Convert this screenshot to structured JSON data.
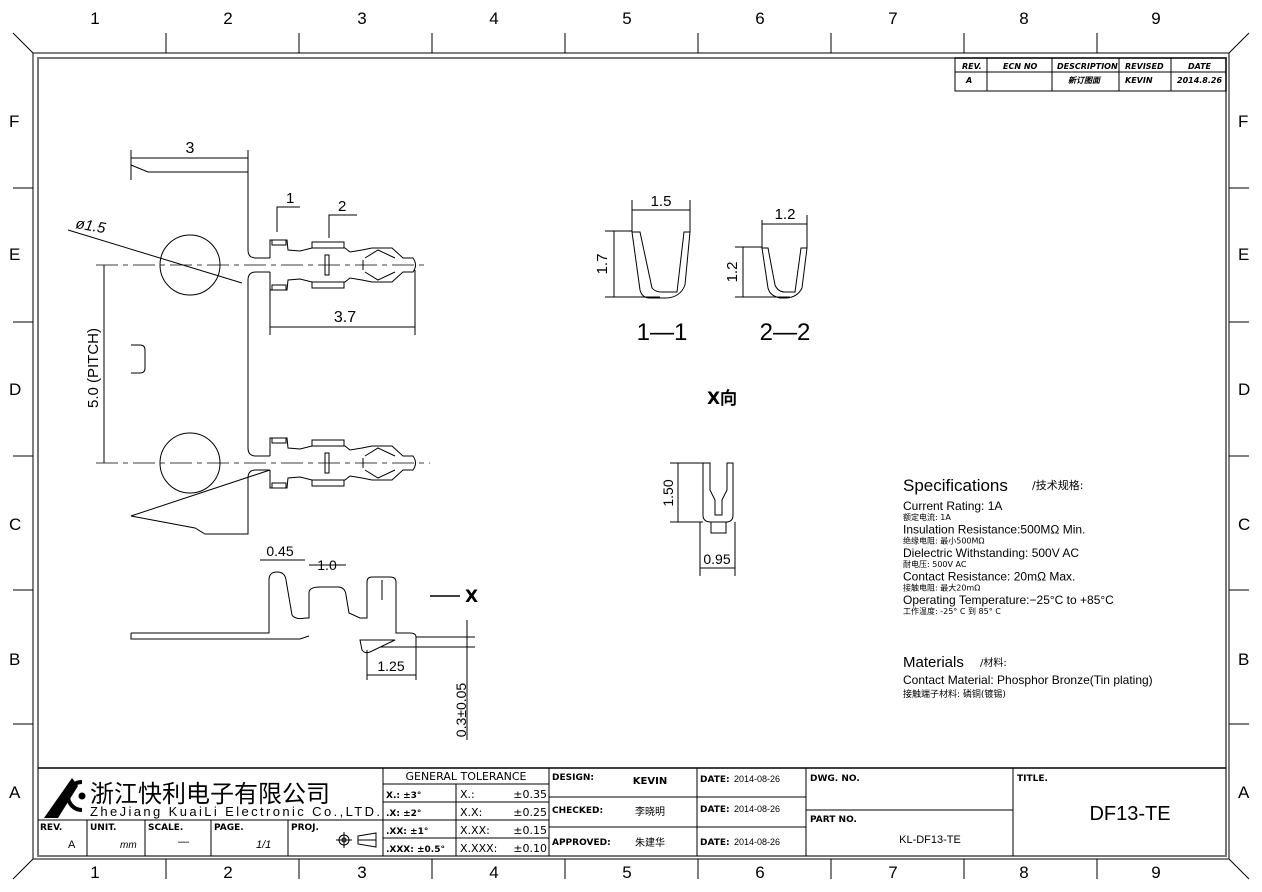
{
  "zones": {
    "columns": [
      "1",
      "2",
      "3",
      "4",
      "5",
      "6",
      "7",
      "8",
      "9"
    ],
    "rows": [
      "F",
      "E",
      "D",
      "C",
      "B",
      "A"
    ]
  },
  "revision_table": {
    "headers": [
      "REV.",
      "ECN NO",
      "DESCRIPTION",
      "REVISED",
      "DATE"
    ],
    "rows": [
      [
        "A",
        "",
        "新订图面",
        "KEVIN",
        "2014.8.26"
      ]
    ]
  },
  "drawing": {
    "top_view": {
      "dim_width": "3",
      "dim_hole": "ø1.5",
      "dim_length": "3.7",
      "dim_pitch": "5.0 (PITCH)",
      "section_1": "1",
      "section_2": "2"
    },
    "side_view": {
      "dim_a": "0.45",
      "dim_b": "1.0",
      "dim_c": "1.25",
      "dim_thickness": "0.3±0.05",
      "view_arrow": "X"
    },
    "section_1_1": {
      "label": "1—1",
      "width": "1.5",
      "height": "1.7"
    },
    "section_2_2": {
      "label": "2—2",
      "width": "1.2",
      "height": "1.2"
    },
    "x_view": {
      "label": "X向",
      "height": "1.50",
      "width": "0.95"
    }
  },
  "specifications": {
    "title": "Specifications",
    "title_cn": "/技术规格:",
    "items": [
      {
        "en": "Current Rating:   1A",
        "cn": "额定电流: 1A"
      },
      {
        "en": "Insulation Resistance:500MΩ   Min.",
        "cn": "绝缘电阻: 最小500MΩ"
      },
      {
        "en": "Dielectric Withstanding:   500V AC",
        "cn": "耐电压: 500V AC"
      },
      {
        "en": "Contact Resistance:   20mΩ   Max.",
        "cn": "接触电阻: 最大20mΩ"
      },
      {
        "en": "Operating Temperature:−25°C to +85°C",
        "cn": "工作温度: -25° C 到 85° C"
      }
    ],
    "materials_title": "Materials",
    "materials_title_cn": "/材料:",
    "material": "Contact Material: Phosphor Bronze(Tin plating)",
    "material_cn": "接触端子材料: 磷铜(镀锡)"
  },
  "title_block": {
    "company_cn": "浙江快利电子有限公司",
    "company_en": "ZheJiang KuaiLi Electronic Co.,LTD.",
    "rev_label": "REV.",
    "rev": "A",
    "unit_label": "UNIT.",
    "unit": "mm",
    "scale_label": "SCALE.",
    "scale": "—",
    "page_label": "PAGE.",
    "page": "1/1",
    "proj_label": "PROJ.",
    "tolerance_title": "GENERAL  TOLERANCE",
    "tolerances": [
      [
        "X.: ±3°",
        "X.:",
        "±0.35"
      ],
      [
        ".X: ±2°",
        "X.X:",
        "±0.25"
      ],
      [
        ".XX: ±1°",
        "X.XX:",
        "±0.15"
      ],
      [
        ".XXX: ±0.5°",
        "X.XXX:",
        "±0.10"
      ]
    ],
    "design_label": "DESIGN:",
    "design": "KEVIN",
    "checked_label": "CHECKED:",
    "checked": "李晓明",
    "approved_label": "APPROVED:",
    "approved": "朱建华",
    "date_label": "DATE:",
    "date_design": "2014-08-26",
    "date_checked": "2014-08-26",
    "date_approved": "2014-08-26",
    "dwg_label": "DWG. NO.",
    "dwg_no": "",
    "part_label": "PART NO.",
    "part_no": "KL-DF13-TE",
    "title_label": "TITLE.",
    "title": "DF13-TE"
  }
}
